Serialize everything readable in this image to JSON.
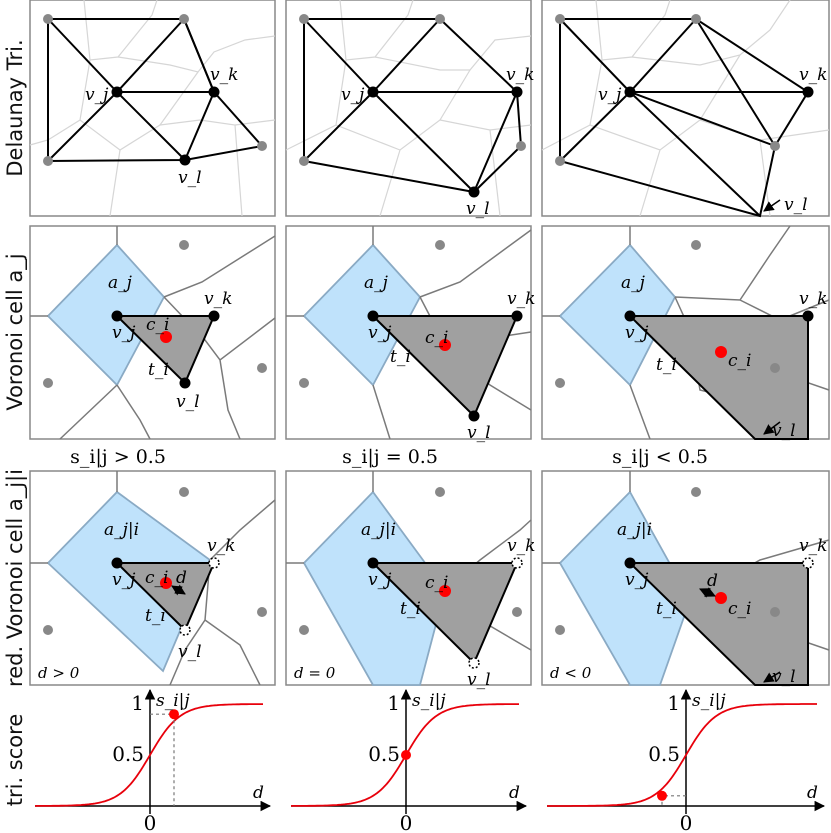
{
  "row_labels": [
    "Delaunay Tri.",
    "Voronoi cell a_j",
    "red. Voronoi cell a_j|i",
    "tri. score"
  ],
  "conditions": [
    "s_i|j > 0.5",
    "s_i|j = 0.5",
    "s_i|j < 0.5"
  ],
  "d_labels": [
    "d > 0",
    "d = 0",
    "d < 0"
  ],
  "point_labels": {
    "vj": "v_j",
    "vk": "v_k",
    "vl": "v_l",
    "ci": "c_i",
    "ti": "t_i",
    "aj": "a_j",
    "aji": "a_j|i",
    "d": "d"
  },
  "plot_labels": {
    "y_axis": "s_i|j",
    "x_axis": "d",
    "y_one": "1",
    "y_half": "0.5",
    "x_zero": "0"
  },
  "chart_data": [
    {
      "type": "line",
      "title": "s_i|j > 0.5",
      "xlabel": "d",
      "ylabel": "s_i|j",
      "yticks": [
        0.5,
        1
      ],
      "xticks": [
        0
      ],
      "marker": {
        "d": 0.2,
        "s": 0.9
      }
    },
    {
      "type": "line",
      "title": "s_i|j = 0.5",
      "xlabel": "d",
      "ylabel": "s_i|j",
      "yticks": [
        0.5,
        1
      ],
      "xticks": [
        0
      ],
      "marker": {
        "d": 0,
        "s": 0.5
      }
    },
    {
      "type": "line",
      "title": "s_i|j < 0.5",
      "xlabel": "d",
      "ylabel": "s_i|j",
      "yticks": [
        0.5,
        1
      ],
      "xticks": [
        0
      ],
      "marker": {
        "d": -0.2,
        "s": 0.1
      }
    }
  ],
  "colors": {
    "cell_fill": "#bfe2fb",
    "cell_stroke": "#8aaac4",
    "triangle_fill": "#a0a0a0",
    "center_dot": "#ff0000",
    "curve": "#e8000b",
    "grey_point": "#888888",
    "voronoi_light": "#d6d6d6",
    "voronoi_dark": "#7a7a7a"
  }
}
